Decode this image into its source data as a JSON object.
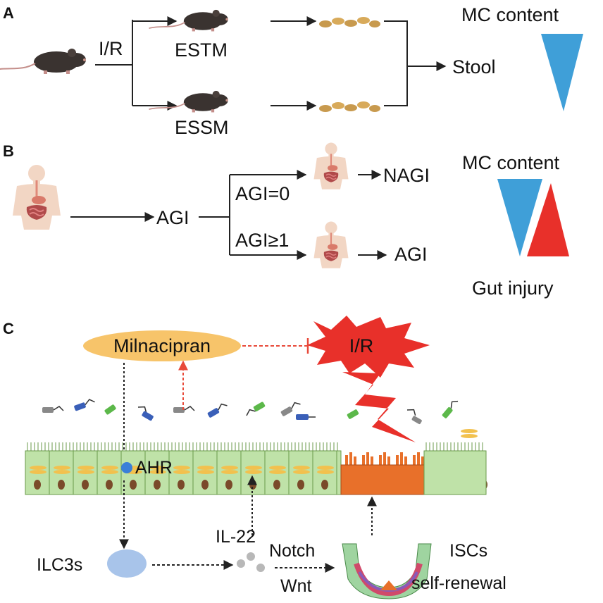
{
  "panels": {
    "a": "A",
    "b": "B",
    "c": "C"
  },
  "panel_a": {
    "condition": "I/R",
    "group_top": "ESTM",
    "group_bottom": "ESSM",
    "result": "Stool",
    "indicator_title": "MC content"
  },
  "panel_b": {
    "grade": "AGI",
    "branch_top": "AGI=0",
    "branch_bottom": "AGI≥1",
    "outcome_top": "NAGI",
    "outcome_bottom": "AGI",
    "indicator_top": "MC content",
    "indicator_bottom": "Gut injury"
  },
  "panel_c": {
    "drug": "Milnacipran",
    "injury": "I/R",
    "receptor": "AHR",
    "cells": "ILC3s",
    "cytokine": "IL-22",
    "pathway_1": "Notch",
    "pathway_2": "Wnt",
    "stem_1": "ISCs",
    "stem_2": "self-renewal"
  },
  "colors": {
    "mc_triangle": "#3f9fd8",
    "injury_triangle": "#e8302a",
    "drug_ellipse": "#f7c46a",
    "injury_burst": "#e8302a",
    "epithelium": "#bfe2a8",
    "injured_epithelium": "#e8702a",
    "ilc3": "#a8c4ea",
    "arrow": "#222222",
    "inhibit": "#e84a3a"
  },
  "icons": [
    "mouse-icon",
    "stool-pellets-icon",
    "human-body-icon",
    "microbe-icon",
    "lightning-icon",
    "crypt-icon"
  ]
}
